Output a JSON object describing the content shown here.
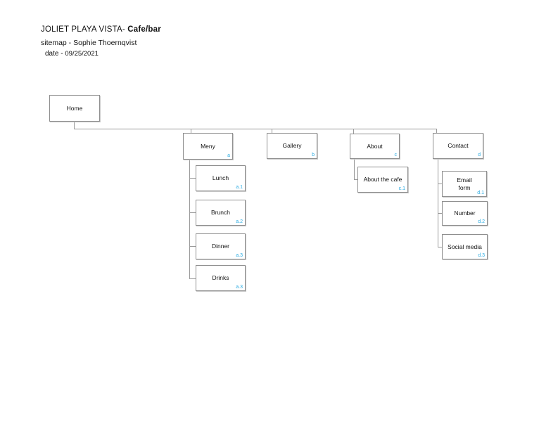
{
  "header": {
    "title_main": "JOLIET PLAYA VISTA-",
    "title_accent": " Cafe/bar",
    "subtitle": "sitemap - Sophie Thoernqvist",
    "date_label": "date - ",
    "date_value": "09/25/2021"
  },
  "colors": {
    "ref_label": "#29abe2",
    "connector": "#999999",
    "node_border": "#8f8f8f",
    "text": "#111111"
  },
  "nodes": {
    "home": {
      "label": "Home"
    },
    "meny": {
      "label": "Meny",
      "ref": "a"
    },
    "gallery": {
      "label": "Gallery",
      "ref": "b"
    },
    "about": {
      "label": "About",
      "ref": "c"
    },
    "contact": {
      "label": "Contact",
      "ref": "d"
    },
    "lunch": {
      "label": "Lunch",
      "ref": "a.1"
    },
    "brunch": {
      "label": "Brunch",
      "ref": "a.2"
    },
    "dinner": {
      "label": "Dinner",
      "ref": "a.3"
    },
    "drinks": {
      "label": "Drinks",
      "ref": "a.3"
    },
    "about_the_cafe": {
      "label": "About the cafe",
      "ref": "c.1"
    },
    "email_form": {
      "label": "Email form",
      "ref": "d.1"
    },
    "number": {
      "label": "Number",
      "ref": "d.2"
    },
    "social_media": {
      "label": "Social media",
      "ref": "d.3"
    }
  }
}
